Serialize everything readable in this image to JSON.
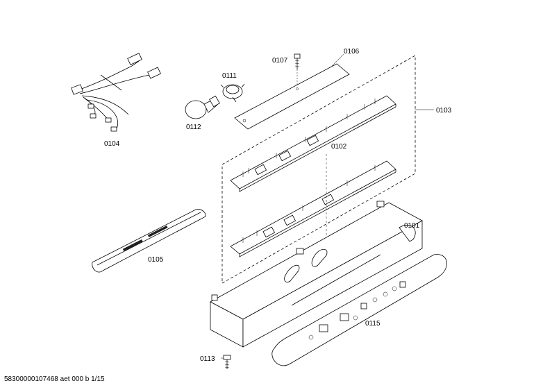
{
  "callouts": {
    "p0101": "0101",
    "p0102": "0102",
    "p0103": "0103",
    "p0104": "0104",
    "p0105": "0105",
    "p0106": "0106",
    "p0107": "0107",
    "p0111": "0111",
    "p0112": "0112",
    "p0113": "0113",
    "p0115": "0115"
  },
  "footer": "58300000107468 aet 000 b 1/15"
}
